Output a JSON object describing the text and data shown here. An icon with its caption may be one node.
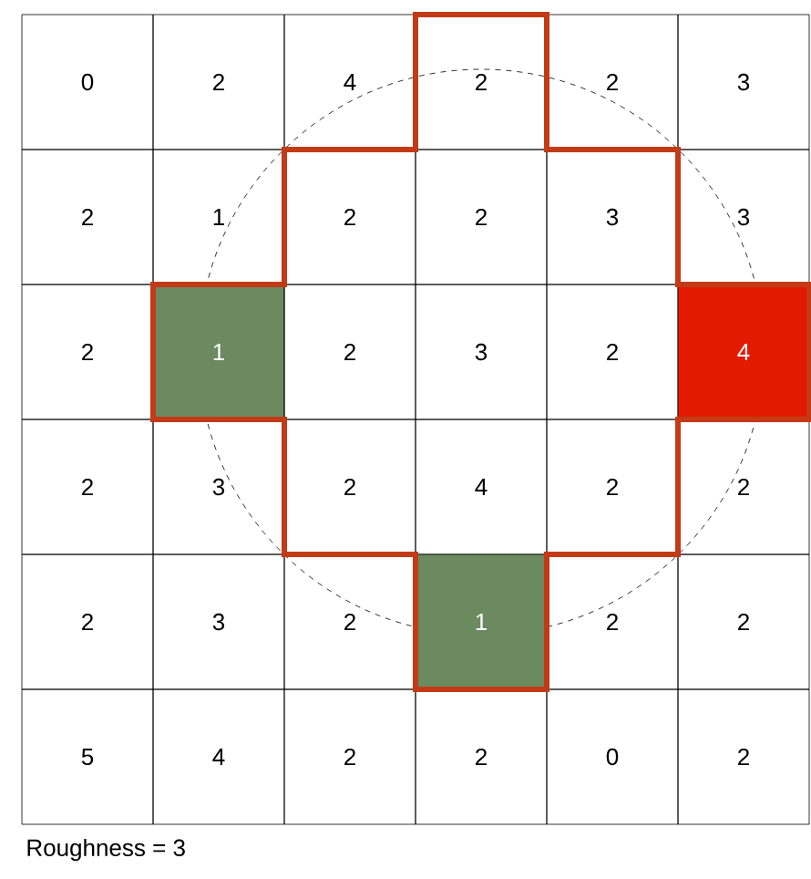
{
  "diagram": {
    "labels": [
      "0",
      "2",
      "4",
      "2",
      "2",
      "3",
      "2",
      "1",
      "2",
      "2",
      "3",
      "3",
      "2",
      "1",
      "2",
      "3",
      "2",
      "4",
      "2",
      "3",
      "2",
      "4",
      "2",
      "2",
      "2",
      "3",
      "2",
      "1",
      "2",
      "2",
      "5",
      "4",
      "2",
      "2",
      "0",
      "2",
      "Roughness = 3"
    ]
  }
}
